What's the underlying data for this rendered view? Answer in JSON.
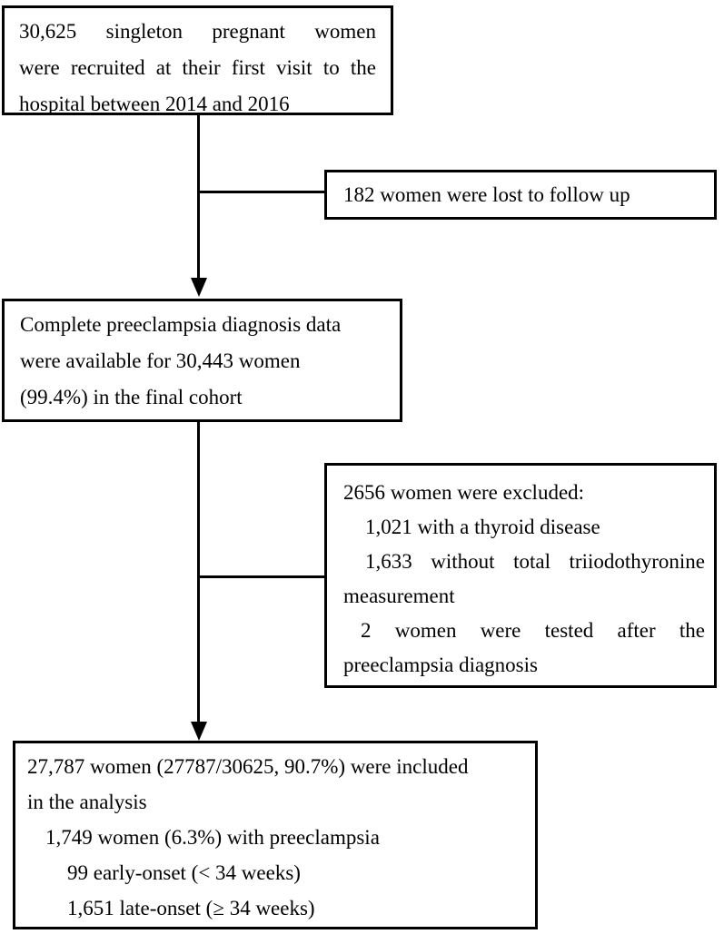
{
  "diagram": {
    "colors": {
      "stroke": "#000000",
      "background": "#ffffff",
      "text": "#000000"
    },
    "boxes": {
      "recruited": {
        "lines": [
          "30,625 singleton pregnant women",
          "were recruited at their first visit to the",
          "hospital between 2014 and 2016"
        ]
      },
      "lost_followup": {
        "lines": [
          "182 women were lost to follow up"
        ]
      },
      "complete_data": {
        "lines": [
          "Complete preeclampsia diagnosis data",
          "were available for 30,443 women",
          "(99.4%) in the final cohort"
        ]
      },
      "excluded": {
        "lines": [
          "2656 women were excluded:",
          "1,021 with a thyroid disease",
          "1,633 without total triiodothyronine",
          "measurement",
          "2 women were tested after the",
          "preeclampsia diagnosis"
        ]
      },
      "included": {
        "lines": [
          "27,787 women (27787/30625, 90.7%) were included",
          "in the analysis",
          "1,749 women (6.3%) with preeclampsia",
          "99 early-onset (< 34 weeks)",
          "1,651 late-onset (≥ 34 weeks)"
        ]
      }
    }
  }
}
